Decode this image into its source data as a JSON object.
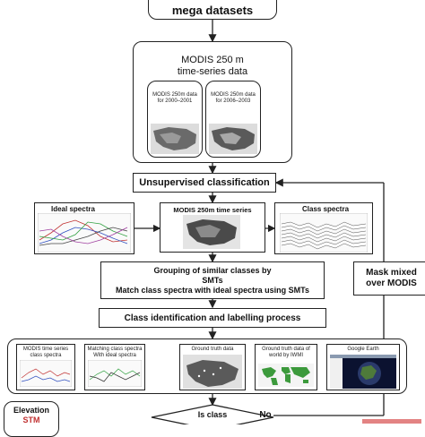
{
  "diagram": {
    "top_box": "mega datasets",
    "modis_box": {
      "line1": "MODIS 250 m",
      "line2": "time-series data",
      "sub_left": "MODIS 250m data for 2000–2001",
      "sub_right": "MODIS 250m data for 2006–2003"
    },
    "unsupervised": "Unsupervised classification",
    "ideal_spectra": "Ideal  spectra",
    "modis_series": "MODIS 250m time series",
    "class_spectra": "Class spectra",
    "grouping": {
      "line1": "Grouping of similar classes by",
      "line2": "SMTs",
      "line3": "Match class spectra with ideal spectra using SMTs"
    },
    "mask": {
      "line1": "Mask mixed",
      "line2": "over MODIS"
    },
    "class_id": "Class identification and labelling process",
    "panels": [
      "MODIS time series class spectra",
      "Matching class spectra With ideal spectra",
      "Ground truth data",
      "Ground truth data of world by IWMI",
      "Google Earth"
    ],
    "elevation": {
      "line1": "Elevation",
      "line2": "STM"
    },
    "decision": "Is class",
    "no_label": "No"
  },
  "colors": {
    "line": "#222222",
    "map_dark": "#555555",
    "map_light": "#bbbbbb",
    "globe": "#2a3a6a",
    "world_green": "#3c9a3c",
    "mixed_red": "#d03030"
  }
}
